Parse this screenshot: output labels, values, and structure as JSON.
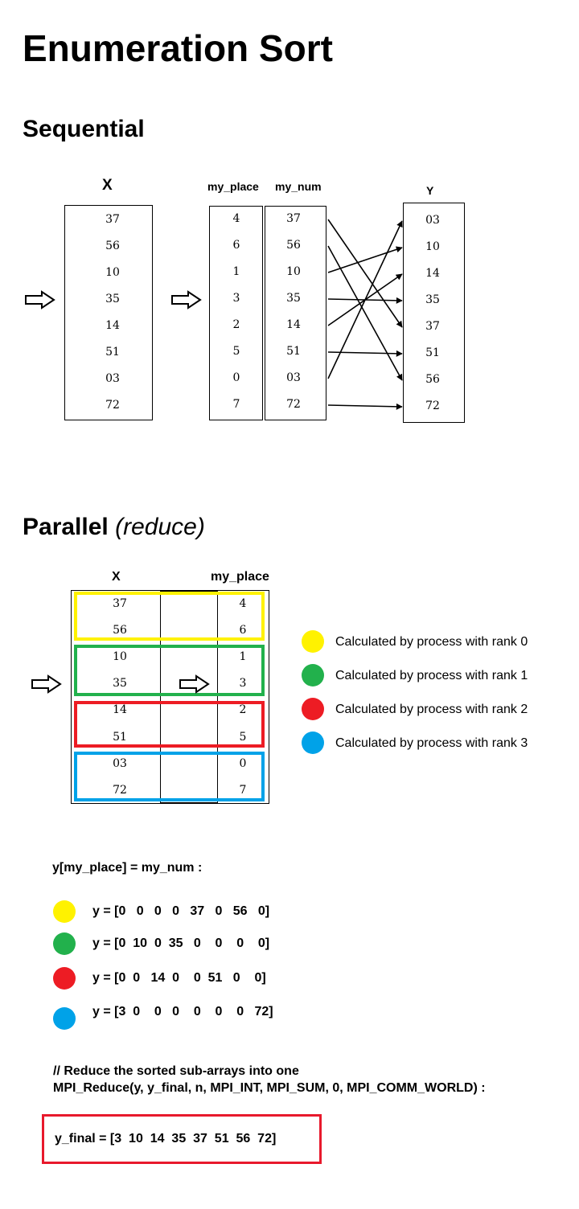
{
  "title": "Enumeration Sort",
  "sequential": {
    "heading": "Sequential",
    "x_header": "X",
    "my_place_header": "my_place",
    "my_num_header": "my_num",
    "y_header": "Y",
    "x_values": [
      "37",
      "56",
      "10",
      "35",
      "14",
      "51",
      "03",
      "72"
    ],
    "my_place_values": [
      "4",
      "6",
      "1",
      "3",
      "2",
      "5",
      "0",
      "7"
    ],
    "my_num_values": [
      "37",
      "56",
      "10",
      "35",
      "14",
      "51",
      "03",
      "72"
    ],
    "y_values": [
      "03",
      "10",
      "14",
      "35",
      "37",
      "51",
      "56",
      "72"
    ]
  },
  "parallel": {
    "heading": "Parallel",
    "heading_sub": "(reduce)",
    "x_header": "X",
    "my_place_header": "my_place",
    "x_values": [
      "37",
      "56",
      "10",
      "35",
      "14",
      "51",
      "03",
      "72"
    ],
    "my_place_values": [
      "4",
      "6",
      "1",
      "3",
      "2",
      "5",
      "0",
      "7"
    ],
    "legend": [
      {
        "label": "Calculated by process with rank 0",
        "color": "#fff200"
      },
      {
        "label": "Calculated by process with rank 1",
        "color": "#22b14c"
      },
      {
        "label": "Calculated by process with rank 2",
        "color": "#ed1c24"
      },
      {
        "label": "Calculated by process with rank 3",
        "color": "#00a2e8"
      }
    ]
  },
  "assignment": {
    "label": "y[my_place] = my_num :",
    "rows": [
      {
        "text": "y = [0   0   0   0   37   0   56   0]",
        "color": "#fff200"
      },
      {
        "text": "y = [0  10  0  35   0    0    0    0]",
        "color": "#22b14c"
      },
      {
        "text": "y = [0  0   14  0    0  51   0    0]",
        "color": "#ed1c24"
      },
      {
        "text": "y = [3  0    0   0    0    0    0   72]",
        "color": "#00a2e8"
      }
    ]
  },
  "reduce": {
    "comment": "// Reduce the sorted sub-arrays into one",
    "call": "MPI_Reduce(y, y_final, n, MPI_INT, MPI_SUM, 0, MPI_COMM_WORLD) :",
    "result": "y_final = [3  10  14  35  37  51  56  72]"
  }
}
